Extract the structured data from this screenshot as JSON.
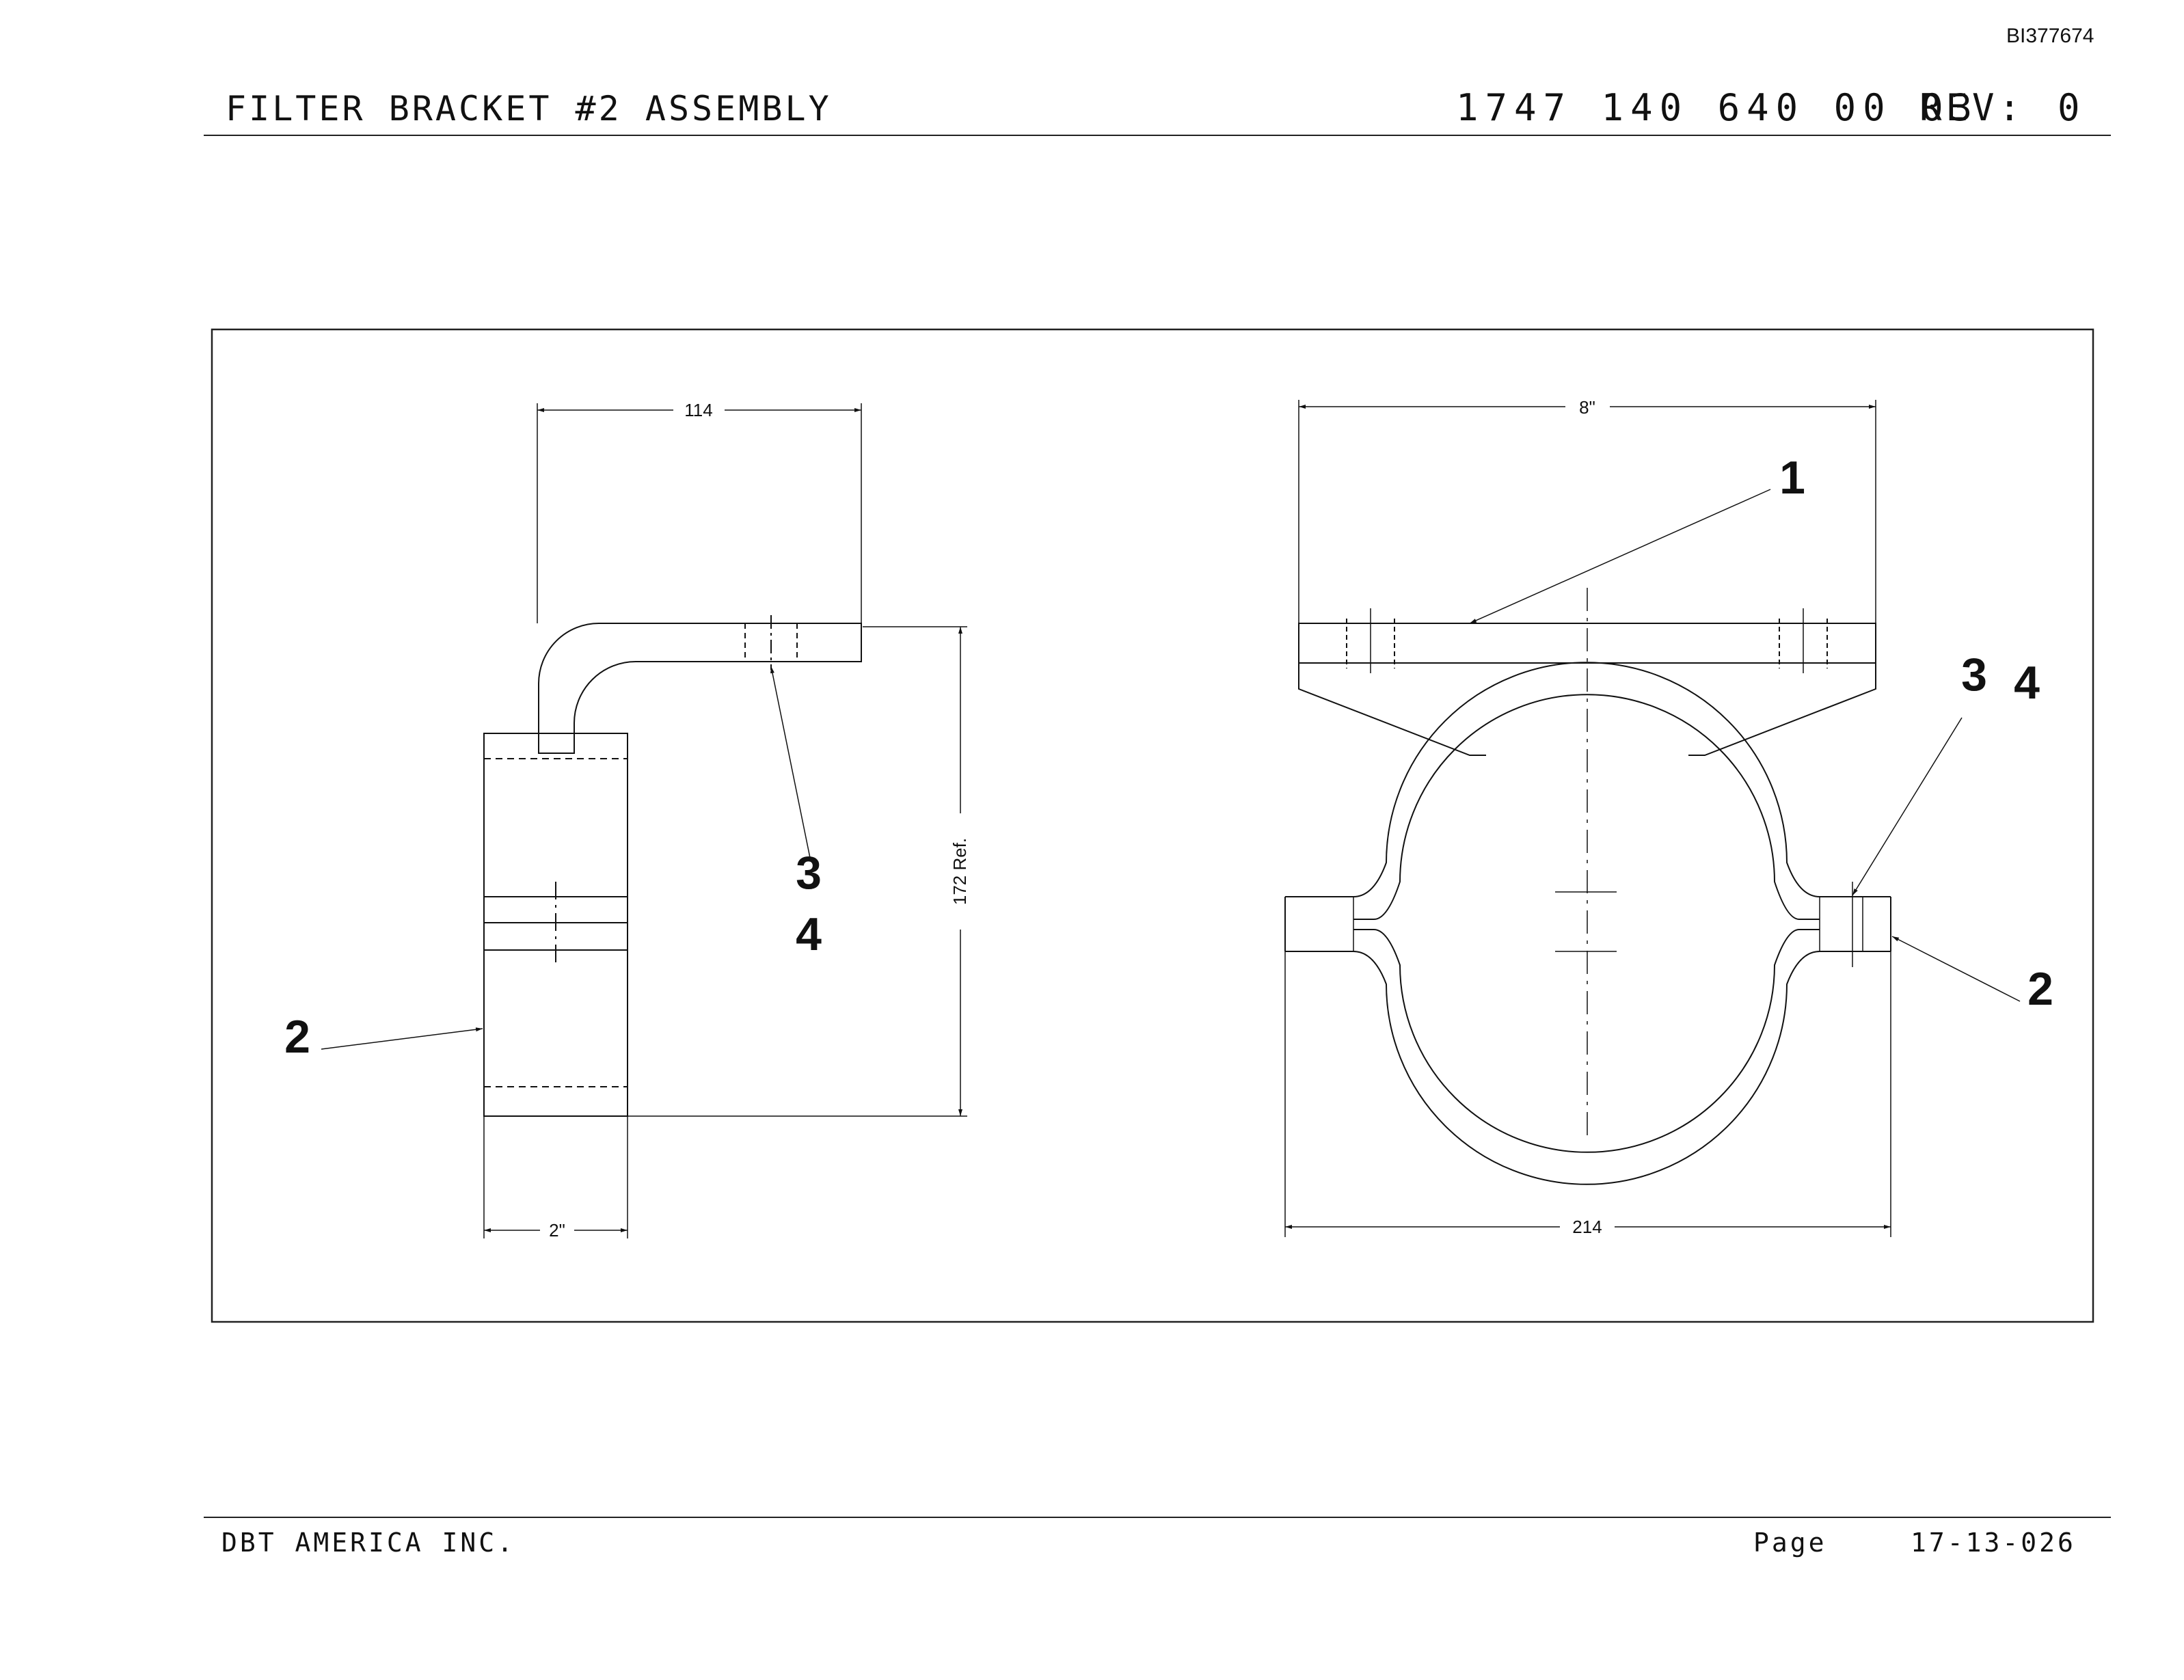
{
  "header": {
    "doc_id": "BI377674",
    "title": "FILTER BRACKET #2 ASSEMBLY",
    "part_number": "1747 140 640 00 03",
    "rev_label": "REV:",
    "rev_value": "0"
  },
  "drawing": {
    "side_view": {
      "dim_top": "114",
      "dim_height": "172 Ref.",
      "dim_bottom": "2\"",
      "callouts": [
        "3",
        "4",
        "2"
      ]
    },
    "front_view": {
      "dim_top": "8\"",
      "dim_bottom": "214",
      "callouts": [
        "1",
        "3",
        "4",
        "2"
      ]
    }
  },
  "footer": {
    "company": "DBT AMERICA INC.",
    "page_label": "Page",
    "page_number": "17-13-026"
  }
}
